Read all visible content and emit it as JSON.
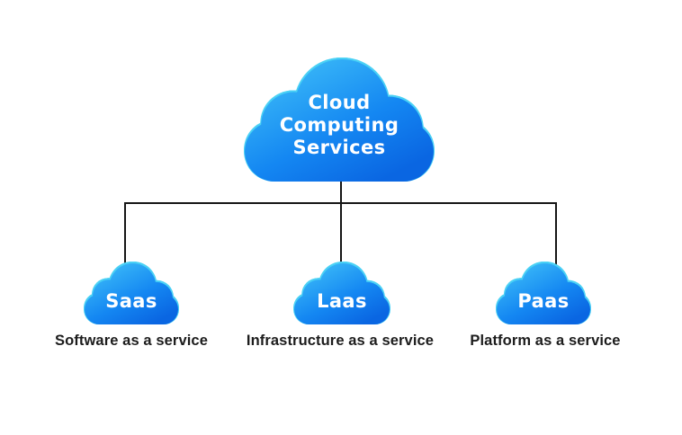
{
  "root": {
    "title": "Cloud Computing Services",
    "title_line1": "Cloud",
    "title_line2": "Computing",
    "title_line3": "Services"
  },
  "children": [
    {
      "abbr": "Saas",
      "label": "Software as a service"
    },
    {
      "abbr": "Laas",
      "label": "Infrastructure as a service"
    },
    {
      "abbr": "Paas",
      "label": "Platform as a service"
    }
  ],
  "colors": {
    "background": "#ffffff",
    "cloud_gradient_top": "#38b6f7",
    "cloud_gradient_mid": "#1487f2",
    "cloud_gradient_bottom": "#0a66e2",
    "cloud_rim": "#4ad1f5",
    "cloud_text": "#ffffff",
    "connector": "#161616",
    "label_text": "#1c1c1c"
  }
}
